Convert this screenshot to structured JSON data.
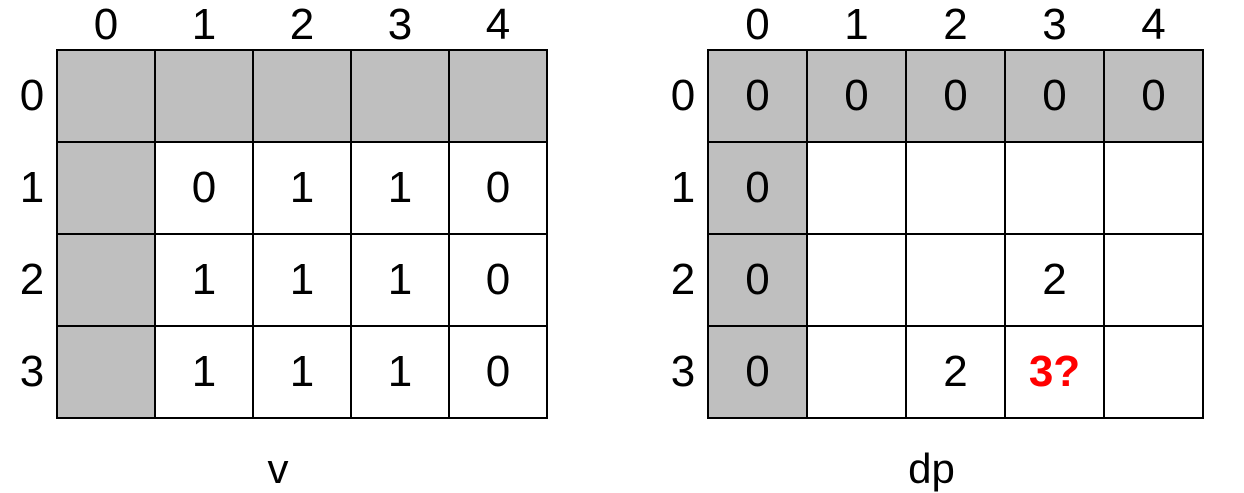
{
  "diagram": {
    "tables": [
      {
        "caption": "v",
        "col_headers": [
          "0",
          "1",
          "2",
          "3",
          "4"
        ],
        "row_headers": [
          "0",
          "1",
          "2",
          "3"
        ],
        "rows": [
          [
            "",
            "",
            "",
            "",
            ""
          ],
          [
            "",
            "0",
            "1",
            "1",
            "0"
          ],
          [
            "",
            "1",
            "1",
            "1",
            "0"
          ],
          [
            "",
            "1",
            "1",
            "1",
            "0"
          ]
        ]
      },
      {
        "caption": "dp",
        "col_headers": [
          "0",
          "1",
          "2",
          "3",
          "4"
        ],
        "row_headers": [
          "0",
          "1",
          "2",
          "3"
        ],
        "rows": [
          [
            "0",
            "0",
            "0",
            "0",
            "0"
          ],
          [
            "0",
            "",
            "",
            "",
            ""
          ],
          [
            "0",
            "",
            "",
            "2",
            ""
          ],
          [
            "0",
            "",
            "2",
            "3?",
            ""
          ]
        ]
      }
    ]
  },
  "colors": {
    "shaded-cell": "#bfbfbf",
    "highlight-text": "#ff0000",
    "grid-border": "#000000",
    "text": "#000000",
    "background": "#ffffff"
  }
}
